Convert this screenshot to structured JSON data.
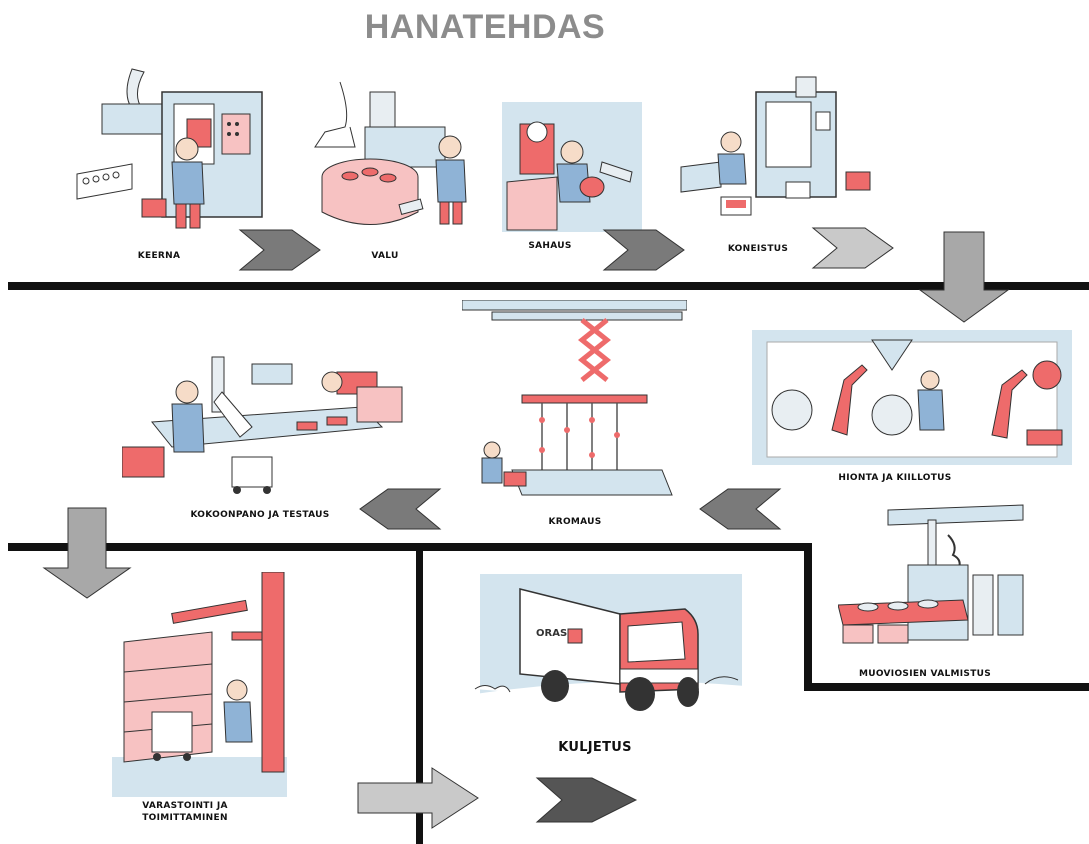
{
  "title": "HANATEHDAS",
  "colors": {
    "accent_red": "#ee6b6b",
    "pale_red": "#f7c2c2",
    "pale_blue": "#d3e4ee",
    "line": "#111111",
    "arrow_dark": "#7a7a7a",
    "arrow_light": "#c9c9c9",
    "title_gray": "#8c8c8c"
  },
  "steps": {
    "keerna": "KEERNA",
    "valu": "VALU",
    "sahaus": "SAHAUS",
    "koneistus": "KONEISTUS",
    "hionta": "HIONTA JA KIILLOTUS",
    "kromaus": "KROMAUS",
    "kokoonpano": "KOKOONPANO JA TESTAUS",
    "muoviosien": "MUOVIOSIEN VALMISTUS",
    "varastointi_1": "VARASTOINTI JA",
    "varastointi_2": "TOIMITTAMINEN",
    "kuljetus": "KULJETUS"
  },
  "truck_logo": "ORAS",
  "icons": [
    "step-chevron-icon",
    "down-arrow-icon",
    "right-arrow-icon",
    "left-chevron-icon"
  ]
}
